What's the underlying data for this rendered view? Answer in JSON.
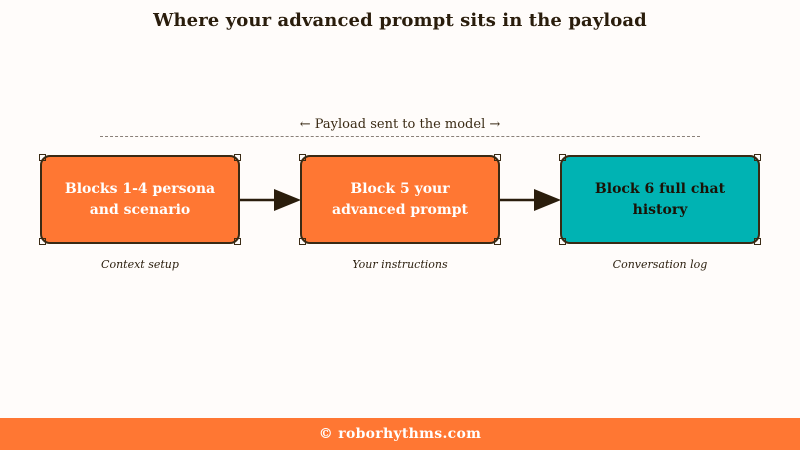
{
  "title": "Where your advanced prompt sits in the payload",
  "payload": {
    "label": "← Payload sent to the model →"
  },
  "blocks": [
    {
      "label": "Blocks 1-4 persona and scenario",
      "caption": "Context setup",
      "color": "#ff7733"
    },
    {
      "label": "Block 5 your advanced prompt",
      "caption": "Your instructions",
      "color": "#ff7733"
    },
    {
      "label": "Block 6 full chat history",
      "caption": "Conversation log",
      "color": "#00b3b3"
    }
  ],
  "footer": {
    "text": "© roborhythms.com"
  },
  "colors": {
    "accent": "#ff7733",
    "teal": "#00b3b3",
    "ink": "#2a1d0c",
    "background": "#fffcfa"
  }
}
